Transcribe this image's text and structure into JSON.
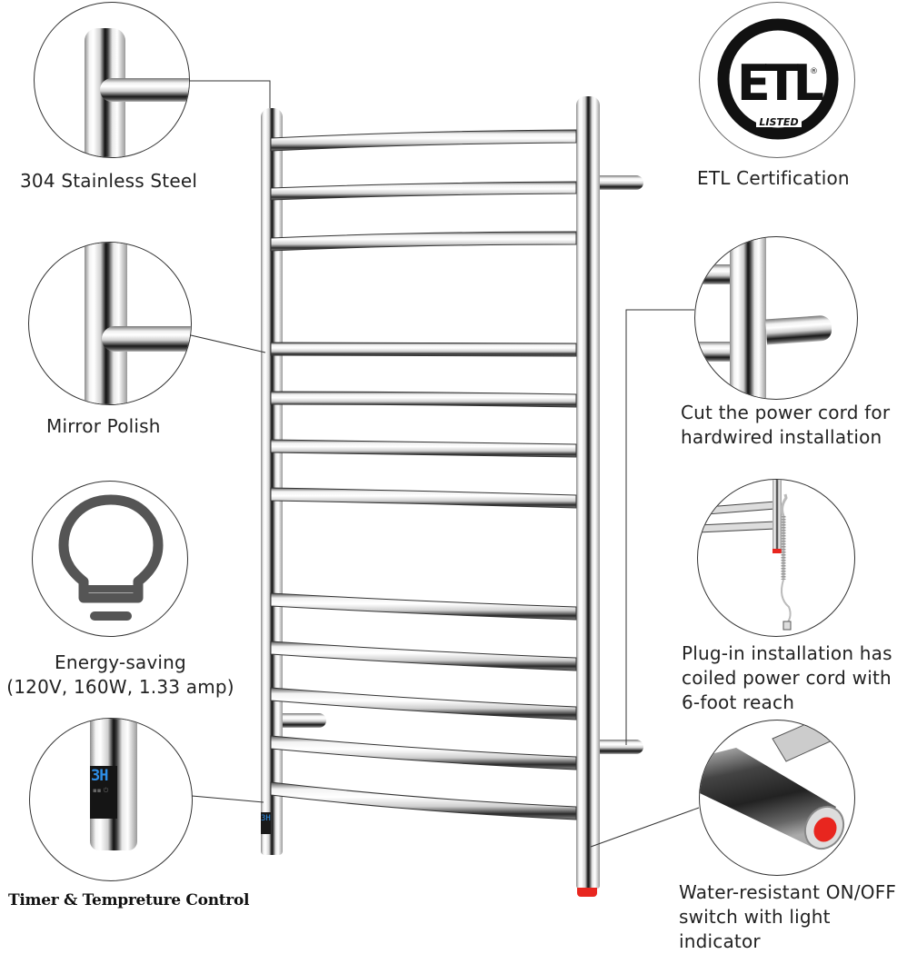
{
  "features_left": [
    {
      "id": "stainless",
      "label": "304 Stainless Steel",
      "icon": "pipe-joint-closeup"
    },
    {
      "id": "mirror",
      "label": "Mirror Polish",
      "icon": "pipe-joint-closeup"
    },
    {
      "id": "energy",
      "label_line1": "Energy-saving",
      "label_line2": "(120V, 160W, 1.33 amp)",
      "icon": "lightbulb-icon"
    },
    {
      "id": "timer",
      "label": "Timer & Tempreture Control",
      "display_text": "3H",
      "icon": "digital-display-closeup"
    }
  ],
  "features_right": [
    {
      "id": "etl",
      "label": "ETL Certification",
      "logo_text": "ETL",
      "logo_subtext": "LISTED",
      "logo_mark": "®"
    },
    {
      "id": "hardwired",
      "label_line1": "Cut the power cord for",
      "label_line2": "hardwired installation",
      "icon": "wall-bracket-closeup"
    },
    {
      "id": "plugin",
      "label_line1": "Plug-in installation has",
      "label_line2": "coiled power cord with",
      "label_line3": "6-foot reach",
      "icon": "coiled-cord-closeup"
    },
    {
      "id": "switch",
      "label_line1": "Water-resistant ON/OFF",
      "label_line2": "switch with light indicator",
      "icon": "power-switch-closeup"
    }
  ],
  "product": {
    "name": "towel-warmer-rack",
    "rung_count": 12,
    "rung_y": [
      152,
      207,
      262,
      384,
      438,
      492,
      546,
      668,
      722,
      776,
      830,
      884
    ],
    "display_text": "3H",
    "accent_red": "#e8261f",
    "display_blue": "#2e8fe8"
  }
}
